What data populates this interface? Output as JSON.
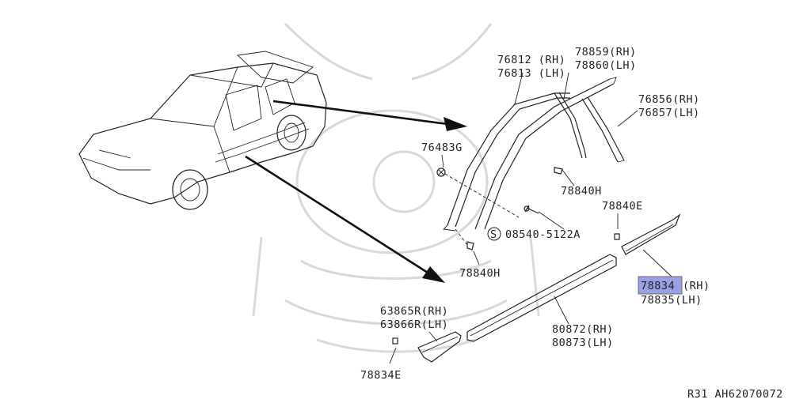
{
  "labels": {
    "p76812": "76812 (RH)",
    "p76813": "76813 (LH)",
    "p78859": "78859(RH)",
    "p78860": "78860(LH)",
    "p76856": "76856(RH)",
    "p76857": "76857(LH)",
    "p76483g": "76483G",
    "p78840h_top": "78840H",
    "p78840e_top": "78840E",
    "screw_symbol": "S",
    "p08540": "08540-5122A",
    "p78840h_bottom": "78840H",
    "p78834": "78834",
    "p78834_suffix": "(RH)",
    "p78835": "78835(LH)",
    "p63865r": "63865R(RH)",
    "p63866r": "63866R(LH)",
    "p80872": "80872(RH)",
    "p80873": "80873(LH)",
    "p78834e": "78834E",
    "footer": "R31  AH62070072"
  },
  "highlight_color": "#9a9fe6"
}
